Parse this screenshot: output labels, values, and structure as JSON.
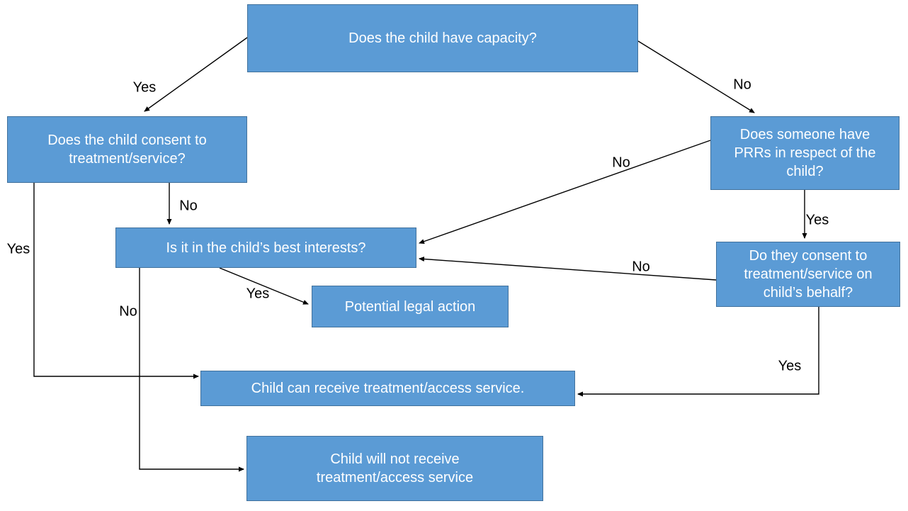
{
  "diagram": {
    "type": "flowchart",
    "colors": {
      "node_fill": "#5B9BD5",
      "node_border": "#41719C",
      "node_text": "#FFFFFF",
      "edge": "#000000",
      "label_text": "#000000",
      "background": "#FFFFFF"
    },
    "nodes": [
      {
        "id": "capacity",
        "label": "Does the child have capacity?"
      },
      {
        "id": "child-consent",
        "label": "Does the child consent to\ntreatment/service?"
      },
      {
        "id": "prrs",
        "label": "Does someone have\nPRRs in respect of the\nchild?"
      },
      {
        "id": "best-interests",
        "label": "Is it in the child’s best interests?"
      },
      {
        "id": "legal-action",
        "label": "Potential legal action"
      },
      {
        "id": "they-consent",
        "label": "Do they consent to\ntreatment/service on\nchild’s behalf?"
      },
      {
        "id": "can-receive",
        "label": "Child can receive treatment/access service."
      },
      {
        "id": "not-receive",
        "label": "Child will not receive\ntreatment/access service"
      }
    ],
    "edges": [
      {
        "from": "capacity",
        "to": "child-consent",
        "label": "Yes"
      },
      {
        "from": "capacity",
        "to": "prrs",
        "label": "No"
      },
      {
        "from": "child-consent",
        "to": "best-interests",
        "label": "No"
      },
      {
        "from": "child-consent",
        "to": "can-receive",
        "label": "Yes"
      },
      {
        "from": "prrs",
        "to": "best-interests",
        "label": "No"
      },
      {
        "from": "prrs",
        "to": "they-consent",
        "label": "Yes"
      },
      {
        "from": "they-consent",
        "to": "best-interests",
        "label": "No"
      },
      {
        "from": "best-interests",
        "to": "legal-action",
        "label": "Yes"
      },
      {
        "from": "they-consent",
        "to": "can-receive",
        "label": "Yes"
      },
      {
        "from": "best-interests",
        "to": "not-receive",
        "label": "No"
      }
    ]
  }
}
